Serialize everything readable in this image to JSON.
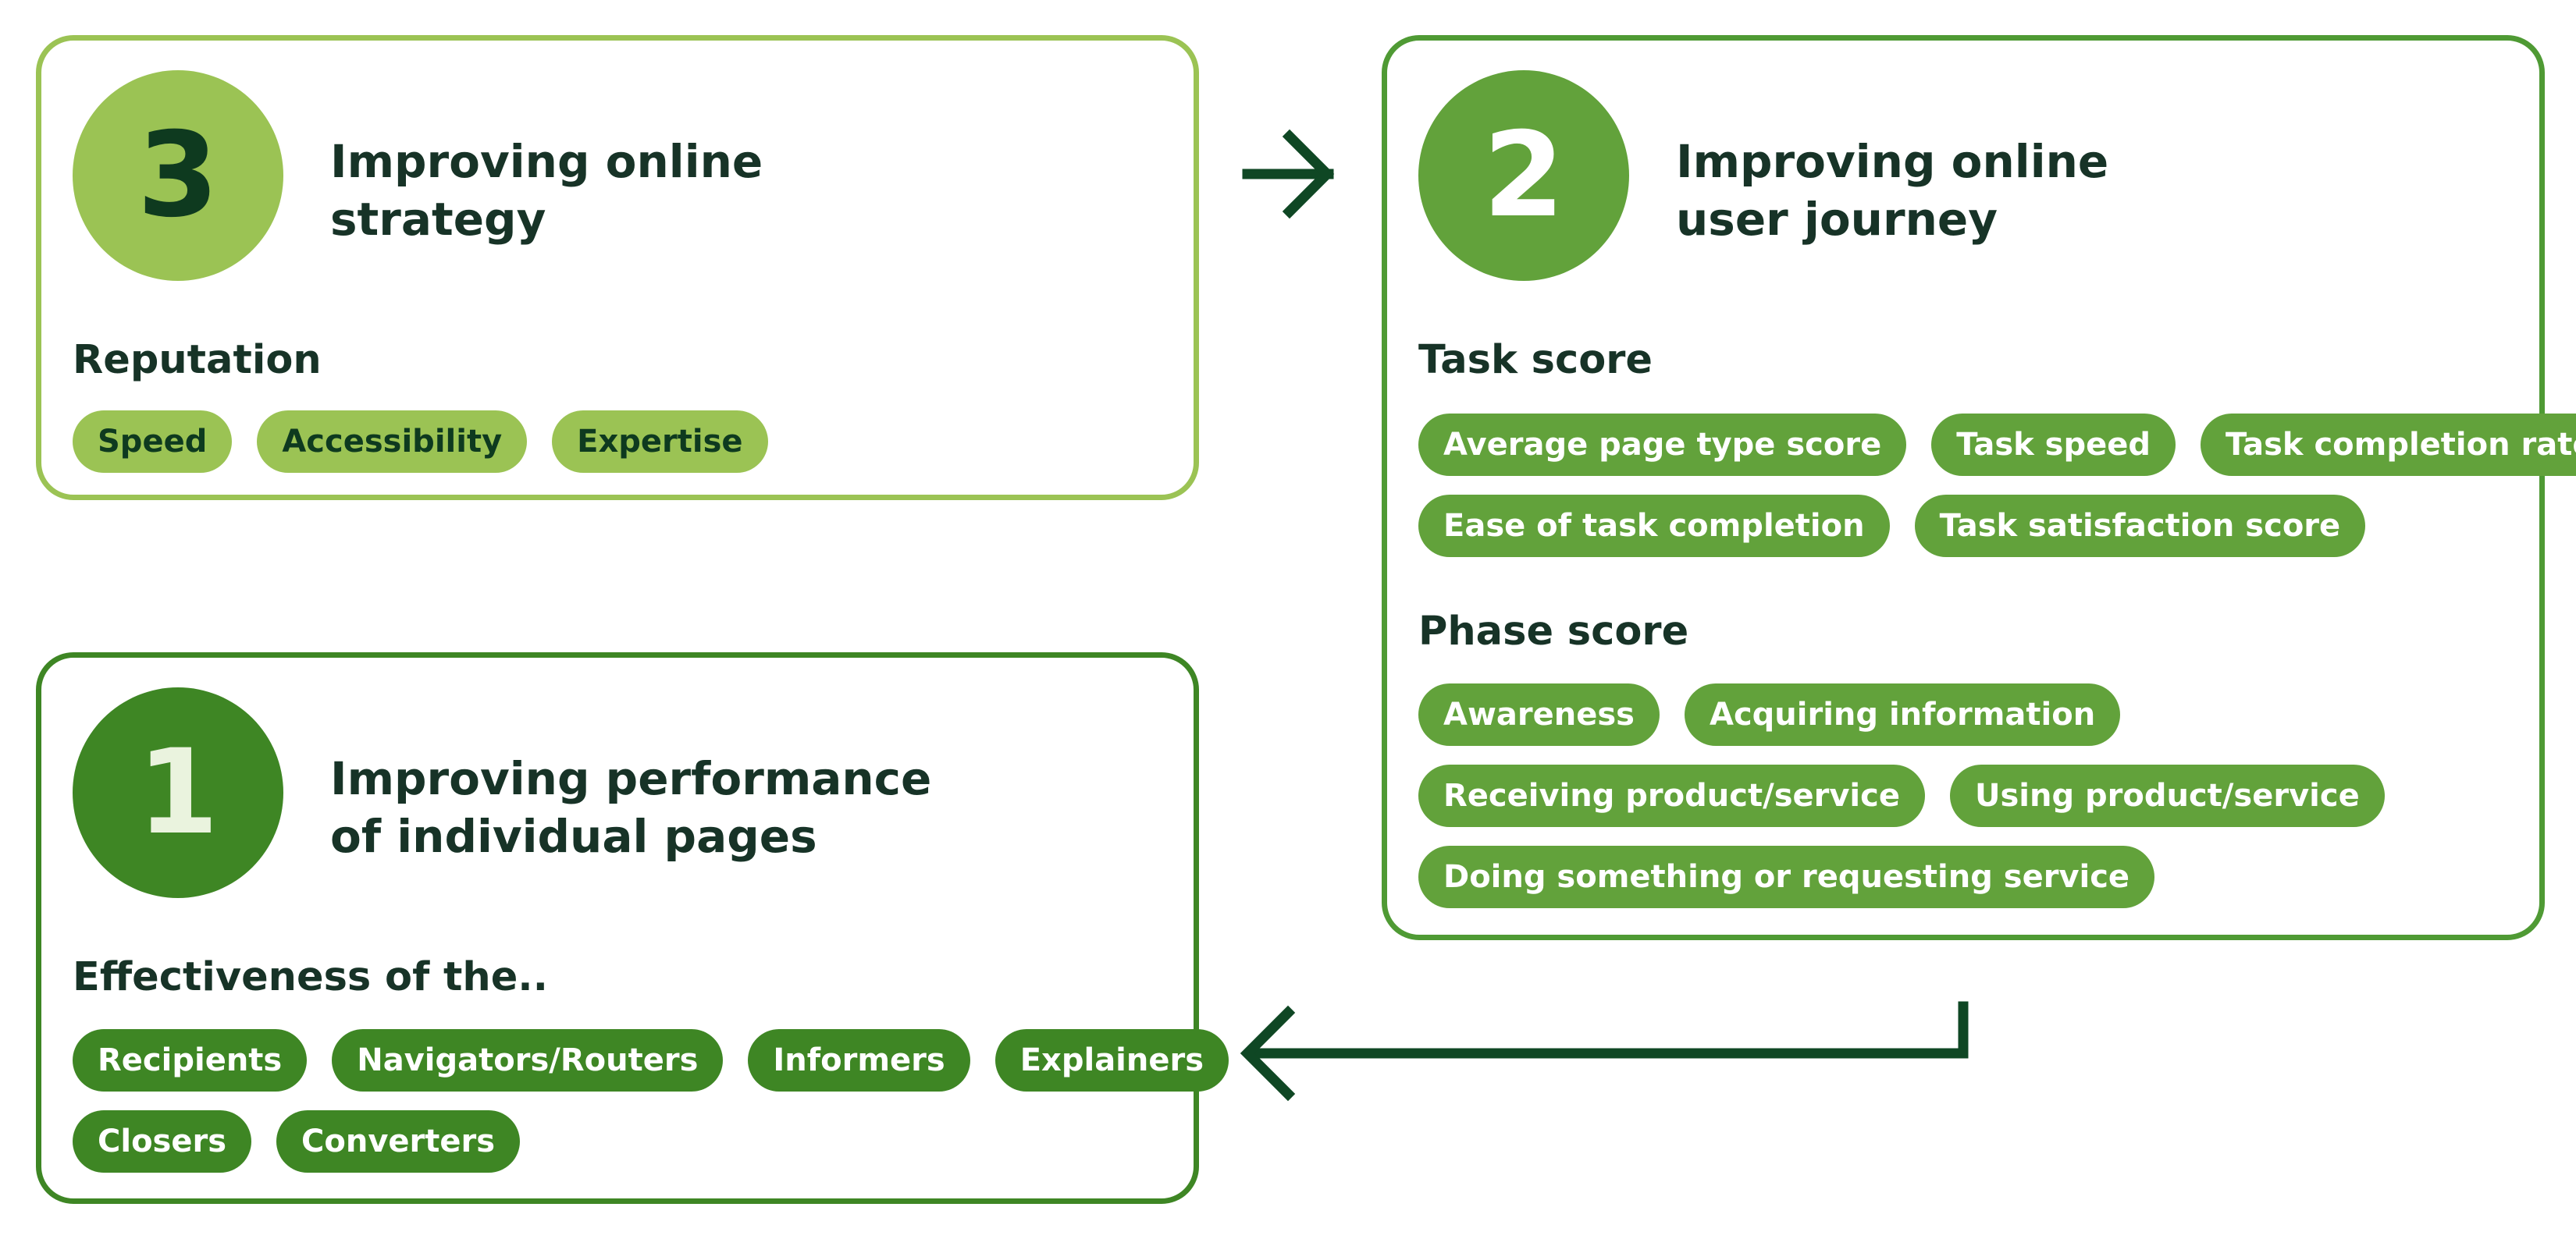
{
  "colors": {
    "level3": "#9bc354",
    "level2": "#62a23b",
    "level1": "#3e8624",
    "arrow": "#0f4724",
    "text": "#173327"
  },
  "cards": {
    "level3": {
      "number": "3",
      "title_line1": "Improving online",
      "title_line2": "strategy",
      "section": "Reputation",
      "pills": [
        "Speed",
        "Accessibility",
        "Expertise"
      ]
    },
    "level2": {
      "number": "2",
      "title_line1": "Improving online",
      "title_line2": "user journey",
      "task_section": "Task score",
      "task_pills_row1": [
        "Average page type score",
        "Task speed",
        "Task completion rate"
      ],
      "task_pills_row2": [
        "Ease of task completion",
        "Task satisfaction score"
      ],
      "phase_section": "Phase score",
      "phase_pills_row1": [
        "Awareness",
        "Acquiring information"
      ],
      "phase_pills_row2": [
        "Receiving product/service",
        "Using product/service"
      ],
      "phase_pills_row3": [
        "Doing something or requesting service"
      ]
    },
    "level1": {
      "number": "1",
      "title_line1": "Improving performance",
      "title_line2": "of individual pages",
      "section": "Effectiveness of the..",
      "pills_row1": [
        "Recipients",
        "Navigators/Routers",
        "Informers",
        "Explainers"
      ],
      "pills_row2": [
        "Closers",
        "Converters"
      ]
    }
  },
  "arrows": {
    "top": "right-arrow-icon",
    "bottom": "left-arrow-icon"
  }
}
